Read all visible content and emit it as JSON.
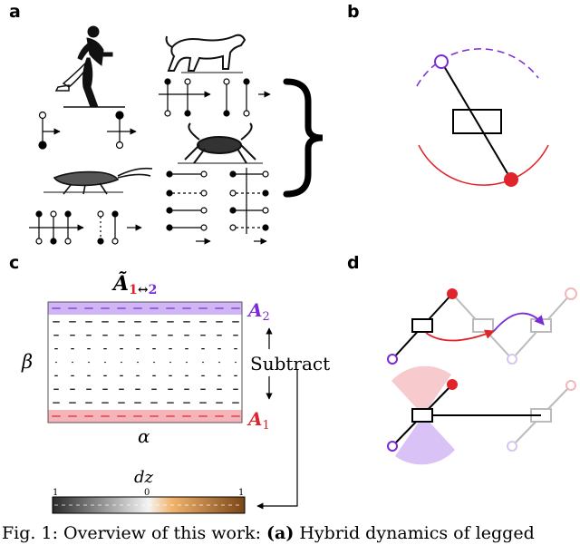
{
  "panels": {
    "a": "a",
    "b": "b",
    "c": "c",
    "d": "d"
  },
  "panel_c": {
    "top_label_base": "Ã",
    "top_label_sub1": "1",
    "top_label_arrow": "↔",
    "top_label_sub2": "2",
    "a2_base": "A",
    "a2_sub": "2",
    "a1_base": "A",
    "a1_sub": "1",
    "beta": "β",
    "alpha": "α",
    "subtract": "Subtract",
    "dz": "dz",
    "colorbar_ticks": [
      "1",
      "0",
      "1"
    ]
  },
  "colors": {
    "red": "#e0242b",
    "purple": "#7a2ad6",
    "pink_band": "#f2a7ad",
    "purple_band": "#c7a8f2",
    "gray": "#bbbbbb"
  },
  "caption": {
    "prefix": "Fig. 1: Overview of this work: ",
    "bold": "(a)",
    "rest": " Hybrid dynamics of legged"
  }
}
